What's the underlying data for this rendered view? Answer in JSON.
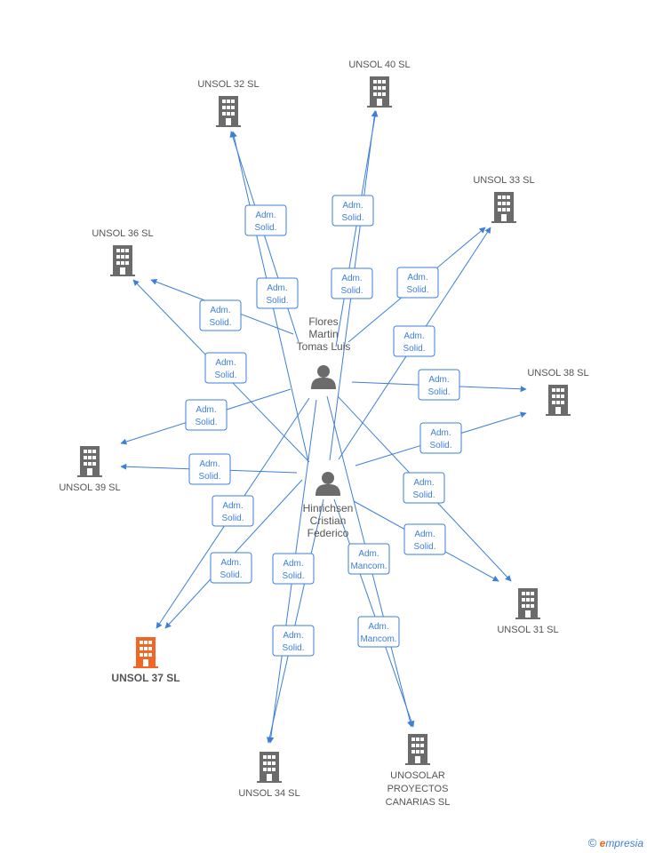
{
  "colors": {
    "edge": "#3d7fd9",
    "building": "#6b6b6b",
    "building_highlight": "#f26522",
    "person": "#6b6b6b",
    "label": "#555555"
  },
  "people": [
    {
      "id": "flores",
      "lines": [
        "Flores",
        "Martin",
        "Tomas Luis"
      ]
    },
    {
      "id": "hinrichsen",
      "lines": [
        "Hinrichsen",
        "Cristian",
        "Federico"
      ]
    }
  ],
  "companies": [
    {
      "id": "c32",
      "lines": [
        "UNSOL 32 SL"
      ],
      "highlight": false
    },
    {
      "id": "c40",
      "lines": [
        "UNSOL 40 SL"
      ],
      "highlight": false
    },
    {
      "id": "c33",
      "lines": [
        "UNSOL 33 SL"
      ],
      "highlight": false
    },
    {
      "id": "c36",
      "lines": [
        "UNSOL 36 SL"
      ],
      "highlight": false
    },
    {
      "id": "c38",
      "lines": [
        "UNSOL 38 SL"
      ],
      "highlight": false
    },
    {
      "id": "c39",
      "lines": [
        "UNSOL 39 SL"
      ],
      "highlight": false
    },
    {
      "id": "c31",
      "lines": [
        "UNSOL 31 SL"
      ],
      "highlight": false
    },
    {
      "id": "c37",
      "lines": [
        "UNSOL 37 SL"
      ],
      "highlight": true
    },
    {
      "id": "c34",
      "lines": [
        "UNSOL 34 SL"
      ],
      "highlight": false
    },
    {
      "id": "cuno",
      "lines": [
        "UNOSOLAR",
        "PROYECTOS",
        "CANARIAS SL"
      ],
      "highlight": false
    }
  ],
  "edges": [
    {
      "from": "flores",
      "to": "c32",
      "role": [
        "Adm.",
        "Solid."
      ]
    },
    {
      "from": "hinrichsen",
      "to": "c32",
      "role": [
        "Adm.",
        "Solid."
      ]
    },
    {
      "from": "flores",
      "to": "c40",
      "role": [
        "Adm.",
        "Solid."
      ]
    },
    {
      "from": "hinrichsen",
      "to": "c40",
      "role": [
        "Adm.",
        "Solid."
      ]
    },
    {
      "from": "flores",
      "to": "c33",
      "role": [
        "Adm.",
        "Solid."
      ]
    },
    {
      "from": "hinrichsen",
      "to": "c33",
      "role": [
        "Adm.",
        "Solid."
      ]
    },
    {
      "from": "flores",
      "to": "c36",
      "role": [
        "Adm.",
        "Solid."
      ]
    },
    {
      "from": "hinrichsen",
      "to": "c36",
      "role": [
        "Adm.",
        "Solid."
      ]
    },
    {
      "from": "flores",
      "to": "c38",
      "role": [
        "Adm.",
        "Solid."
      ]
    },
    {
      "from": "hinrichsen",
      "to": "c38",
      "role": [
        "Adm.",
        "Solid."
      ]
    },
    {
      "from": "flores",
      "to": "c39",
      "role": [
        "Adm.",
        "Solid."
      ]
    },
    {
      "from": "hinrichsen",
      "to": "c39",
      "role": [
        "Adm.",
        "Solid."
      ]
    },
    {
      "from": "flores",
      "to": "c31",
      "role": [
        "Adm.",
        "Solid."
      ]
    },
    {
      "from": "hinrichsen",
      "to": "c31",
      "role": [
        "Adm.",
        "Solid."
      ]
    },
    {
      "from": "flores",
      "to": "c37",
      "role": [
        "Adm.",
        "Solid."
      ]
    },
    {
      "from": "hinrichsen",
      "to": "c37",
      "role": [
        "Adm.",
        "Solid."
      ]
    },
    {
      "from": "flores",
      "to": "c34",
      "role": [
        "Adm.",
        "Solid."
      ]
    },
    {
      "from": "hinrichsen",
      "to": "c34",
      "role": [
        "Adm.",
        "Solid."
      ]
    },
    {
      "from": "flores",
      "to": "cuno",
      "role": [
        "Adm.",
        "Mancom."
      ]
    },
    {
      "from": "hinrichsen",
      "to": "cuno",
      "role": [
        "Adm.",
        "Mancom."
      ]
    }
  ],
  "footer": {
    "copyright": "©",
    "brand_first": "e",
    "brand_rest": "mpresia"
  }
}
